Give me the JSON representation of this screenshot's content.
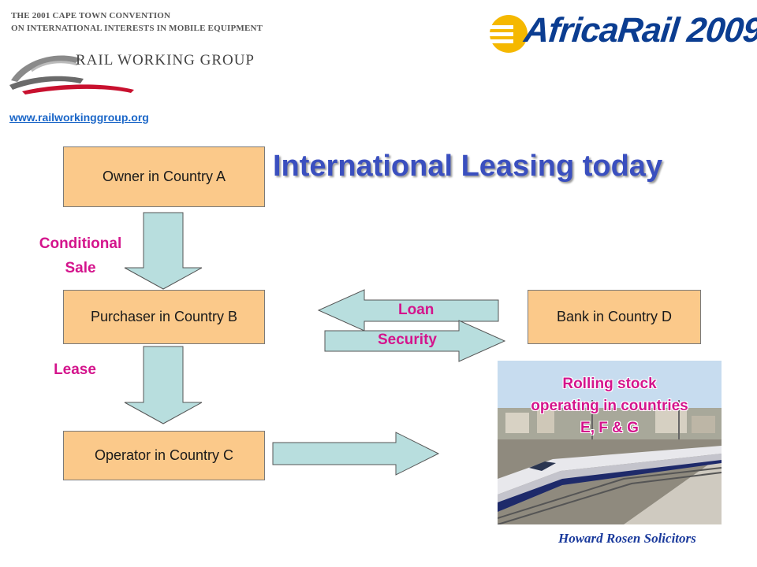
{
  "header": {
    "convention_line1": "THE 2001 CAPE TOWN CONVENTION",
    "convention_line2": "ON INTERNATIONAL INTERESTS IN MOBILE EQUIPMENT",
    "group_name": "RAIL WORKING GROUP",
    "website": "www.railworkinggroup.org",
    "event_logo": "AfricaRail 2009"
  },
  "title": "International Leasing today",
  "boxes": {
    "owner": "Owner in Country A",
    "purchaser": "Purchaser in Country B",
    "operator": "Operator in Country C",
    "bank": "Bank in Country D"
  },
  "labels": {
    "conditional_line1": "Conditional",
    "conditional_line2": "Sale",
    "lease": "Lease",
    "loan": "Loan",
    "security": "Security"
  },
  "photo": {
    "caption_line1": "Rolling stock",
    "caption_line2": "operating in countries",
    "caption_line3": "E, F & G"
  },
  "footer": "Howard Rosen Solicitors",
  "colors": {
    "box_fill": "#fbc98a",
    "arrow_fill": "#b8dede",
    "label": "#d4148c",
    "title": "#3a4fbf"
  }
}
